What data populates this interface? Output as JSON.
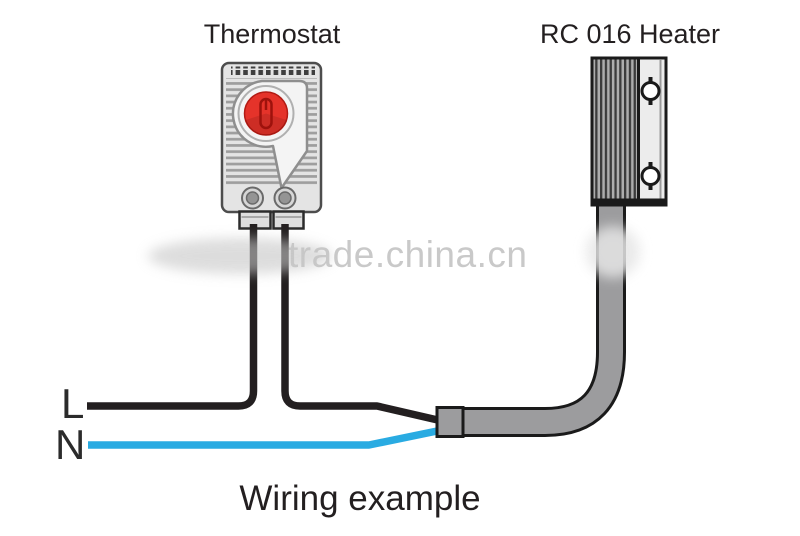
{
  "labels": {
    "thermostat": "Thermostat",
    "heater": "RC 016 Heater",
    "caption": "Wiring example",
    "line_l": "L",
    "line_n": "N"
  },
  "watermark": "trade.china.cn",
  "colors": {
    "wire_black": "#231f20",
    "wire_blue": "#29abe2",
    "knob_red": "#e5332a",
    "cable_gray": "#9c9c9e",
    "outline_dark": "#1a1a1a",
    "watermark_gray": "#c9c9c9"
  },
  "diagram": {
    "type": "wiring-example",
    "components": [
      {
        "name": "Thermostat",
        "features": [
          "red adjustment knob",
          "side cooling fins",
          "two screw terminals",
          "two wire clamps"
        ]
      },
      {
        "name": "RC 016 Heater",
        "features": [
          "vertical heating fins",
          "mounting bracket with two holes",
          "gray connection cable"
        ]
      }
    ],
    "supply_lines": [
      {
        "label": "L",
        "wire": "black",
        "connects": "thermostat terminals then heater cable"
      },
      {
        "label": "N",
        "wire": "blue",
        "connects": "directly to heater cable"
      }
    ]
  }
}
